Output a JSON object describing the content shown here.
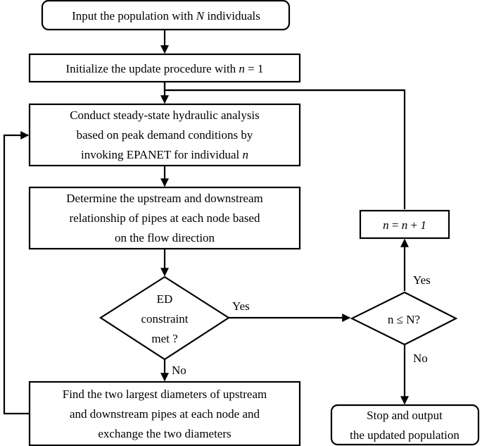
{
  "nodes": {
    "input": {
      "lines": [
        {
          "parts": [
            {
              "t": "Input the population with "
            },
            {
              "t": "N",
              "i": true
            },
            {
              "t": " individuals"
            }
          ]
        }
      ]
    },
    "init": {
      "lines": [
        {
          "parts": [
            {
              "t": "Initialize the update procedure with "
            },
            {
              "t": "n",
              "i": true
            },
            {
              "t": " = 1"
            }
          ]
        }
      ]
    },
    "analysis": {
      "lines": [
        {
          "parts": [
            {
              "t": "Conduct steady-state hydraulic analysis"
            }
          ]
        },
        {
          "parts": [
            {
              "t": "based on peak demand conditions by"
            }
          ]
        },
        {
          "parts": [
            {
              "t": "invoking EPANET for individual "
            },
            {
              "t": "n",
              "i": true
            }
          ]
        }
      ]
    },
    "determine": {
      "lines": [
        {
          "parts": [
            {
              "t": "Determine the upstream and downstream"
            }
          ]
        },
        {
          "parts": [
            {
              "t": "relationship of pipes at each node based"
            }
          ]
        },
        {
          "parts": [
            {
              "t": "on the flow direction"
            }
          ]
        }
      ]
    },
    "ed_check": {
      "lines": [
        {
          "parts": [
            {
              "t": "ED"
            }
          ]
        },
        {
          "parts": [
            {
              "t": "constraint"
            }
          ]
        },
        {
          "parts": [
            {
              "t": "met ?"
            }
          ]
        }
      ]
    },
    "find": {
      "lines": [
        {
          "parts": [
            {
              "t": "Find the two largest diameters of upstream"
            }
          ]
        },
        {
          "parts": [
            {
              "t": "and downstream pipes at each node and"
            }
          ]
        },
        {
          "parts": [
            {
              "t": "exchange the two diameters"
            }
          ]
        }
      ]
    },
    "n_check": {
      "lines": [
        {
          "parts": [
            {
              "t": "n ≤ N?"
            }
          ]
        }
      ]
    },
    "increment": {
      "lines": [
        {
          "parts": [
            {
              "t": "n",
              "i": true
            },
            {
              "t": " = "
            },
            {
              "t": "n",
              "i": true
            },
            {
              "t": " + "
            },
            {
              "t": "1",
              "i": true
            }
          ]
        }
      ]
    },
    "stop": {
      "lines": [
        {
          "parts": [
            {
              "t": "Stop and output"
            }
          ]
        },
        {
          "parts": [
            {
              "t": "the updated population"
            }
          ]
        }
      ]
    }
  },
  "edge_labels": {
    "ed_yes": "Yes",
    "ed_no": "No",
    "n_yes": "Yes",
    "n_no": "No"
  }
}
